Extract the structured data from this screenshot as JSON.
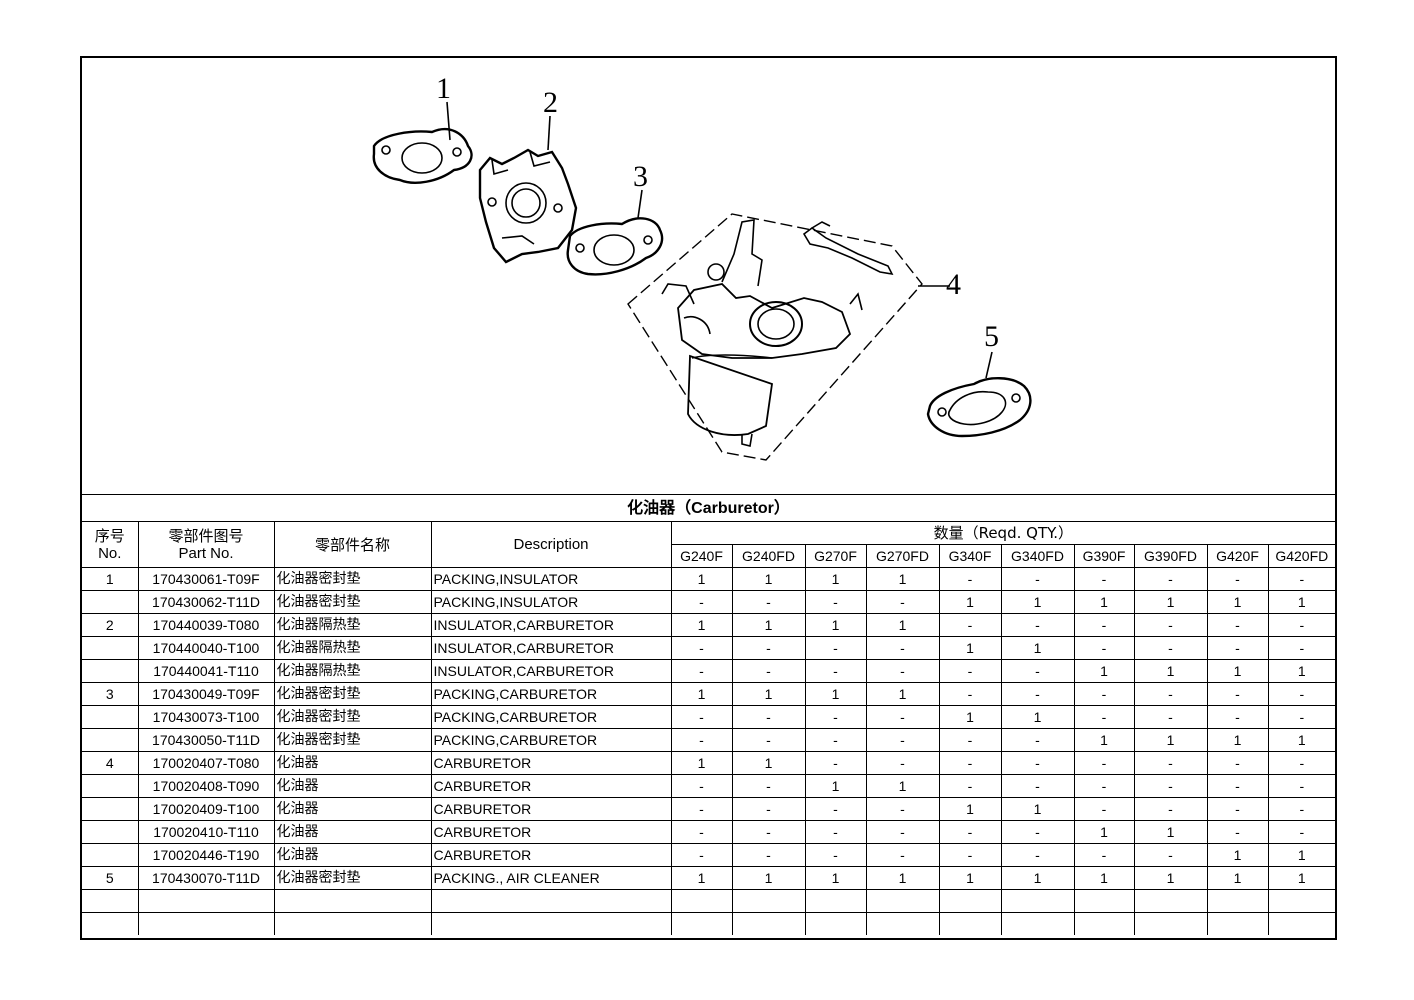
{
  "caption": "化油器（Carburetor）",
  "callouts": [
    "1",
    "2",
    "3",
    "4",
    "5"
  ],
  "headers": {
    "no_cn": "序号",
    "no_en": "No.",
    "part_cn": "零部件图号",
    "part_en": "Part No.",
    "name_cn": "零部件名称",
    "description": "Description",
    "qty": "数量（Reqd. QTY.）",
    "models": [
      "G240F",
      "G240FD",
      "G270F",
      "G270FD",
      "G340F",
      "G340FD",
      "G390F",
      "G390FD",
      "G420F",
      "G420FD"
    ]
  },
  "rows": [
    {
      "no": "1",
      "part": "170430061-T09F",
      "name": "化油器密封垫",
      "desc": "PACKING,INSULATOR",
      "qty": [
        "1",
        "1",
        "1",
        "1",
        "-",
        "-",
        "-",
        "-",
        "-",
        "-"
      ]
    },
    {
      "no": "",
      "part": "170430062-T11D",
      "name": "化油器密封垫",
      "desc": "PACKING,INSULATOR",
      "qty": [
        "-",
        "-",
        "-",
        "-",
        "1",
        "1",
        "1",
        "1",
        "1",
        "1"
      ]
    },
    {
      "no": "2",
      "part": "170440039-T080",
      "name": "化油器隔热垫",
      "desc": "INSULATOR,CARBURETOR",
      "qty": [
        "1",
        "1",
        "1",
        "1",
        "-",
        "-",
        "-",
        "-",
        "-",
        "-"
      ]
    },
    {
      "no": "",
      "part": "170440040-T100",
      "name": "化油器隔热垫",
      "desc": "INSULATOR,CARBURETOR",
      "qty": [
        "-",
        "-",
        "-",
        "-",
        "1",
        "1",
        "-",
        "-",
        "-",
        "-"
      ]
    },
    {
      "no": "",
      "part": "170440041-T110",
      "name": "化油器隔热垫",
      "desc": "INSULATOR,CARBURETOR",
      "qty": [
        "-",
        "-",
        "-",
        "-",
        "-",
        "-",
        "1",
        "1",
        "1",
        "1"
      ]
    },
    {
      "no": "3",
      "part": "170430049-T09F",
      "name": "化油器密封垫",
      "desc": "PACKING,CARBURETOR",
      "qty": [
        "1",
        "1",
        "1",
        "1",
        "-",
        "-",
        "-",
        "-",
        "-",
        "-"
      ]
    },
    {
      "no": "",
      "part": "170430073-T100",
      "name": "化油器密封垫",
      "desc": "PACKING,CARBURETOR",
      "qty": [
        "-",
        "-",
        "-",
        "-",
        "1",
        "1",
        "-",
        "-",
        "-",
        "-"
      ]
    },
    {
      "no": "",
      "part": "170430050-T11D",
      "name": "化油器密封垫",
      "desc": "PACKING,CARBURETOR",
      "qty": [
        "-",
        "-",
        "-",
        "-",
        "-",
        "-",
        "1",
        "1",
        "1",
        "1"
      ]
    },
    {
      "no": "4",
      "part": "170020407-T080",
      "name": "化油器",
      "desc": "CARBURETOR",
      "qty": [
        "1",
        "1",
        "-",
        "-",
        "-",
        "-",
        "-",
        "-",
        "-",
        "-"
      ]
    },
    {
      "no": "",
      "part": "170020408-T090",
      "name": "化油器",
      "desc": "CARBURETOR",
      "qty": [
        "-",
        "-",
        "1",
        "1",
        "-",
        "-",
        "-",
        "-",
        "-",
        "-"
      ]
    },
    {
      "no": "",
      "part": "170020409-T100",
      "name": "化油器",
      "desc": "CARBURETOR",
      "qty": [
        "-",
        "-",
        "-",
        "-",
        "1",
        "1",
        "-",
        "-",
        "-",
        "-"
      ]
    },
    {
      "no": "",
      "part": "170020410-T110",
      "name": "化油器",
      "desc": "CARBURETOR",
      "qty": [
        "-",
        "-",
        "-",
        "-",
        "-",
        "-",
        "1",
        "1",
        "-",
        "-"
      ]
    },
    {
      "no": "",
      "part": "170020446-T190",
      "name": "化油器",
      "desc": "CARBURETOR",
      "qty": [
        "-",
        "-",
        "-",
        "-",
        "-",
        "-",
        "-",
        "-",
        "1",
        "1"
      ]
    },
    {
      "no": "5",
      "part": "170430070-T11D",
      "name": "化油器密封垫",
      "desc": "PACKING., AIR CLEANER",
      "qty": [
        "1",
        "1",
        "1",
        "1",
        "1",
        "1",
        "1",
        "1",
        "1",
        "1"
      ]
    }
  ],
  "blank_rows": 2
}
